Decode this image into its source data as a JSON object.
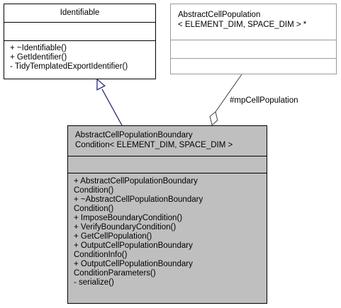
{
  "identifiable": {
    "name": "Identifiable",
    "methods": [
      "+ ~Identifiable()",
      "+ GetIdentifier()",
      "- TidyTemplatedExportIdentifier()"
    ]
  },
  "population": {
    "name_lines": [
      "AbstractCellPopulation",
      "< ELEMENT_DIM, SPACE_DIM > *"
    ]
  },
  "boundary": {
    "name_lines": [
      "AbstractCellPopulationBoundary",
      "Condition< ELEMENT_DIM, SPACE_DIM >"
    ],
    "methods": [
      "+ AbstractCellPopulationBoundary",
      "Condition()",
      "+ ~AbstractCellPopulationBoundary",
      "Condition()",
      "+ ImposeBoundaryCondition()",
      "+ VerifyBoundaryCondition()",
      "+ GetCellPopulation()",
      "+ OutputCellPopulationBoundary",
      "ConditionInfo()",
      "+ OutputCellPopulationBoundary",
      "ConditionParameters()",
      "- serialize()"
    ]
  },
  "association": {
    "label": "#mpCellPopulation"
  },
  "colors": {
    "inheritance_arrow": "#191970",
    "association_line": "#404040",
    "highlight_fill": "#bfbfbf",
    "external_border": "#9a9a9a"
  }
}
